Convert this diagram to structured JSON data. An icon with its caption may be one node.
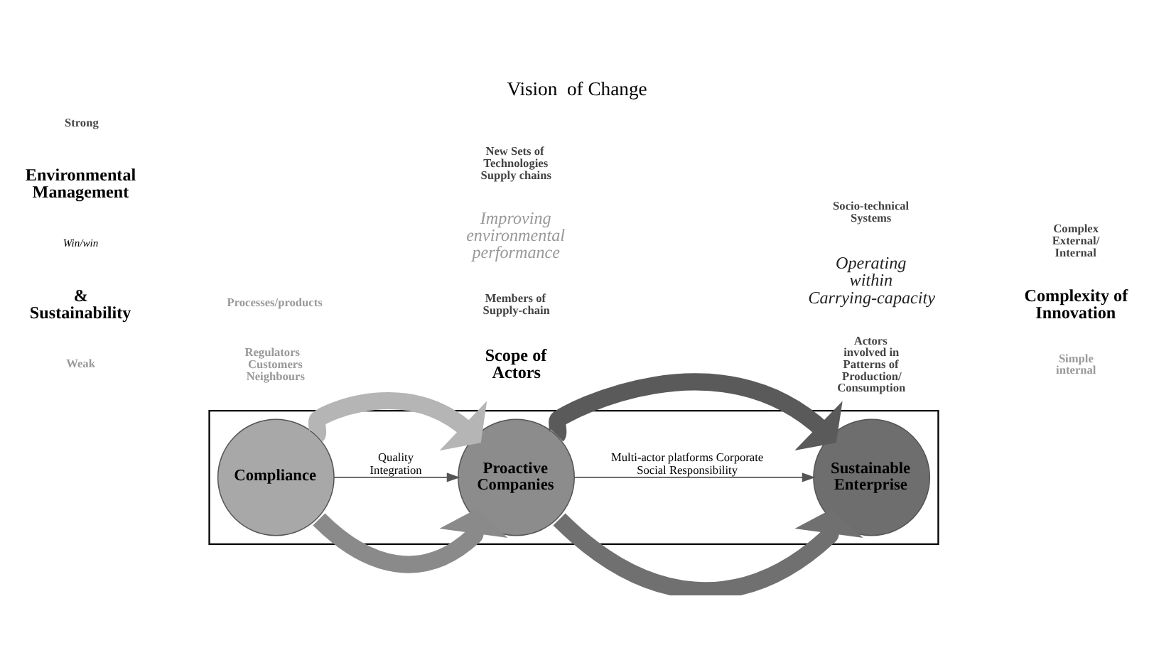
{
  "diagram": {
    "title": "Vision  of Change",
    "nodes": [
      {
        "text": [],
        "shape": "box"
      },
      {
        "text": [
          "Compliance"
        ],
        "in": 0
      },
      {
        "text": [
          "Proactive Companies"
        ],
        "in": 0
      },
      {
        "text": [
          "Sustainable Enterprise"
        ],
        "in": 0
      }
    ],
    "edges": [
      {
        "from": 1,
        "to": 2,
        "arrow": "to",
        "label": "Quality Integration"
      },
      {
        "from": 1,
        "to": 2,
        "arrow": "to",
        "color": "#b5b5b5"
      },
      {
        "from": 1,
        "to": 2,
        "arrow": "to",
        "color": "#8a8a8a"
      },
      {
        "from": 2,
        "to": 3,
        "arrow": "to",
        "label": "Multi-actor platforms Corporate Social Responsibility"
      },
      {
        "from": 2,
        "to": 3,
        "arrow": "to",
        "color": "#707070"
      },
      {
        "from": 2,
        "to": 3,
        "arrow": "to",
        "color": "#5a5a5a"
      }
    ],
    "labels": [
      "Processes/products",
      "New Sets of Technologies Supply chains",
      "Socio-technical Systems",
      "Strong",
      "Improving environmental performance",
      "Complex External/ Internal",
      "Operating within Carrying-capacity",
      "Environmental Management",
      "Win/win",
      "& Sustainability",
      "Complexity of Innovation",
      "Weak",
      "Simple internal",
      "Regulators   Customers Neighbours",
      "Members of Supply-chain",
      "Actors involved in Patterns of Production/ Consumption",
      "Scope of Actors"
    ]
  }
}
